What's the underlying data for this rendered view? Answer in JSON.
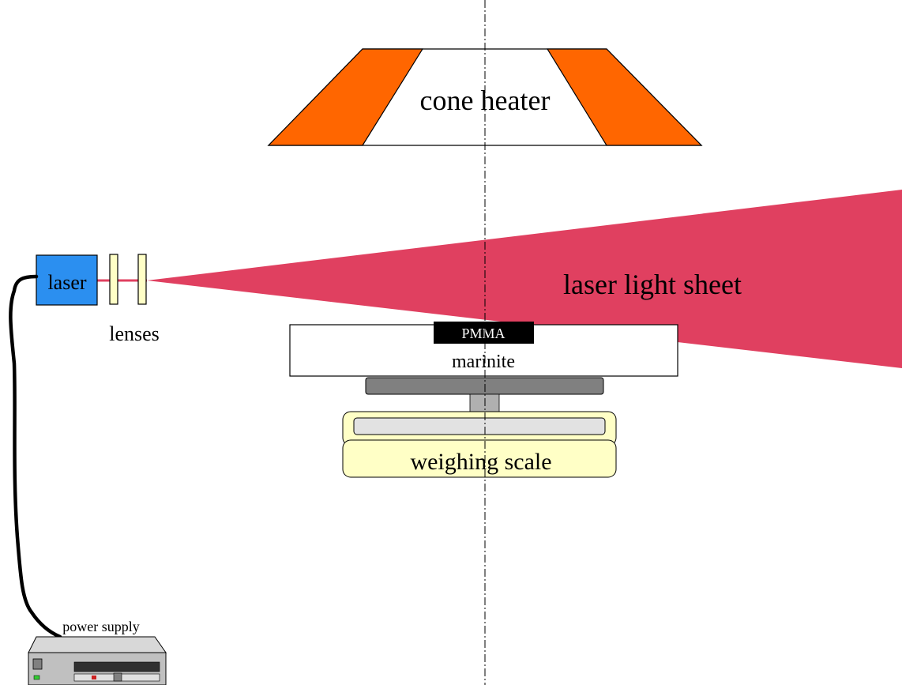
{
  "labels": {
    "cone_heater": "cone heater",
    "laser": "laser",
    "lenses": "lenses",
    "laser_light_sheet": "laser light sheet",
    "pmma": "PMMA",
    "marinite": "marinite",
    "weighing_scale": "weighing scale",
    "power_supply": "power supply"
  },
  "colors": {
    "heater_orange": "#ff6600",
    "laser_blue": "#2b8ff0",
    "lens_yellow": "#ffffc6",
    "light_sheet_red": "#e04060",
    "pmma_black": "#000000",
    "support_gray": "#808080",
    "scale_yellow": "#ffffc6",
    "supply_gray": "#c0c0c0"
  }
}
